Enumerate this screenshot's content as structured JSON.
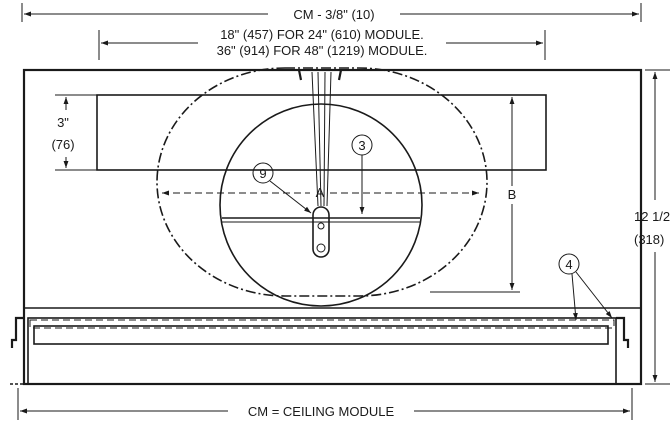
{
  "dimensions": {
    "top_overall": "CM - 3/8\" (10)",
    "module_24": "18\" (457) FOR 24\" (610) MODULE.",
    "module_48": "36\" (914) FOR 48\" (1219) MODULE.",
    "left_height_in": "3\"",
    "left_height_mm": "(76)",
    "right_height_in": "12 1/2",
    "right_height_mm": "(318)",
    "bottom_overall": "CM = CEILING MODULE",
    "width_letter": "A",
    "height_letter": "B"
  },
  "callouts": {
    "c3": "3",
    "c4": "4",
    "c9": "9"
  }
}
